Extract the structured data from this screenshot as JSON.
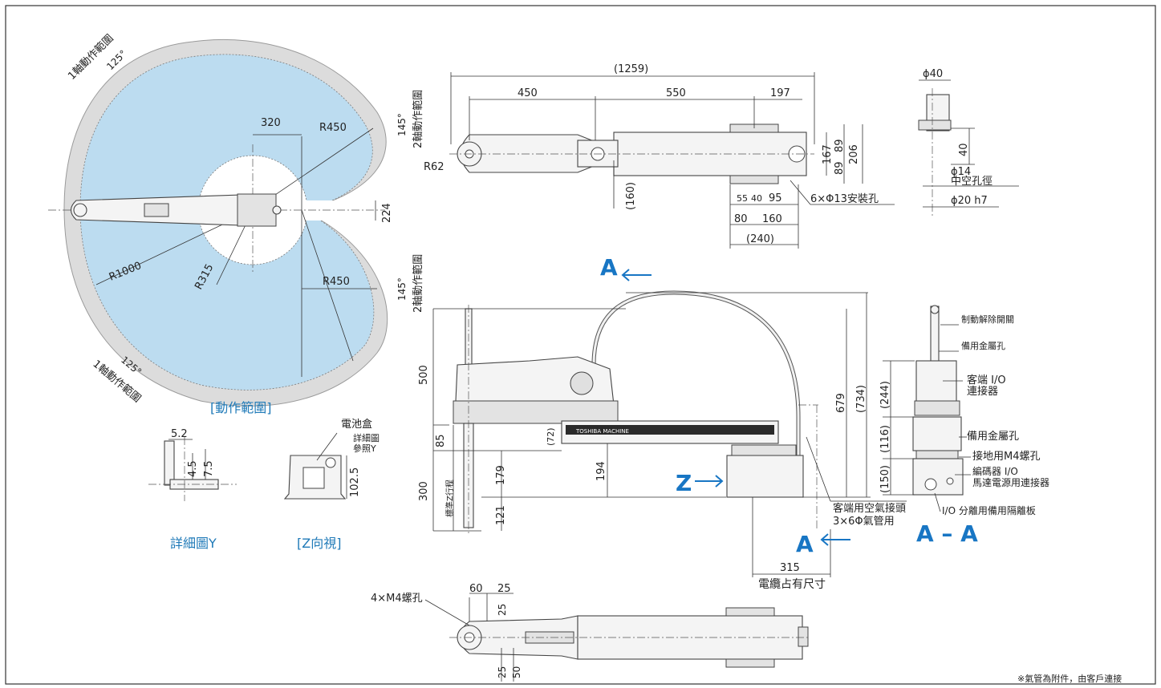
{
  "top_view": {
    "label_axis1_range": "1軸動作範圍",
    "angle_125": "125°",
    "label_axis2_range": "2軸動作範圍",
    "angle_145": "145°",
    "dim_320": "320",
    "dim_r450": "R450",
    "dim_224": "224",
    "dim_r1000": "R1000",
    "dim_r315": "R315",
    "caption": "[動作範圍]"
  },
  "detail_y": {
    "d52": "5.2",
    "d45": "4.5",
    "d75": "7.5",
    "caption": "詳細圖Y"
  },
  "z_view": {
    "battery": "電池盒",
    "ref1": "詳細圖",
    "ref2": "參照Y",
    "d1025": "102.5",
    "caption": "[Z向視]"
  },
  "plan_view": {
    "d1259": "(1259)",
    "d450": "450",
    "d550": "550",
    "d197": "197",
    "r62": "R62",
    "d160p": "(160)",
    "d55": "55",
    "d40": "40",
    "d95": "95",
    "d80": "80",
    "d160": "160",
    "d240": "(240)",
    "d167": "167",
    "d89a": "89",
    "d89b": "89",
    "d206": "206",
    "holes": "6×Φ13安裝孔"
  },
  "shaft_detail": {
    "phi40": "ϕ40",
    "d40": "40",
    "phi14": "ϕ14",
    "hollow": "中空孔徑",
    "phi20": "ϕ20 h7"
  },
  "side_view": {
    "arrow_a": "A",
    "arrow_z": "Z",
    "d500": "500",
    "d85": "85",
    "d72": "(72)",
    "d300": "300",
    "d179": "179",
    "d121": "121",
    "stroke": "標準Z行程",
    "d194": "194",
    "d679": "679",
    "d734": "(734)",
    "brand": "TOSHIBA MACHINE",
    "air1": "客端用空氣接頭",
    "air2": "3×6Φ氣管用",
    "d315": "315",
    "cable": "電纜占有尺寸"
  },
  "section_aa": {
    "title": "A – A",
    "d244": "(244)",
    "d116": "(116)",
    "d150": "(150)",
    "brake": "制動解除開關",
    "spare1": "備用金屬孔",
    "client_io1": "客端 I/O",
    "client_io2": "連接器",
    "spare2": "備用金屬孔",
    "ground": "接地用M4螺孔",
    "enc1": "編碼器 I/O",
    "enc2": "馬達電源用連接器",
    "io_plate": "I/O 分離用備用隔離板"
  },
  "bottom_view": {
    "screws": "4×M4螺孔",
    "d60": "60",
    "d25a": "25",
    "d25b": "25",
    "d25c": "25",
    "d50": "50"
  },
  "footnote": "※氣管為附件，由客戶連接",
  "colors": {
    "range_fill": "#bcdcf0",
    "range_border": "#d9d9d9",
    "accent_blue": "#1876c4"
  }
}
